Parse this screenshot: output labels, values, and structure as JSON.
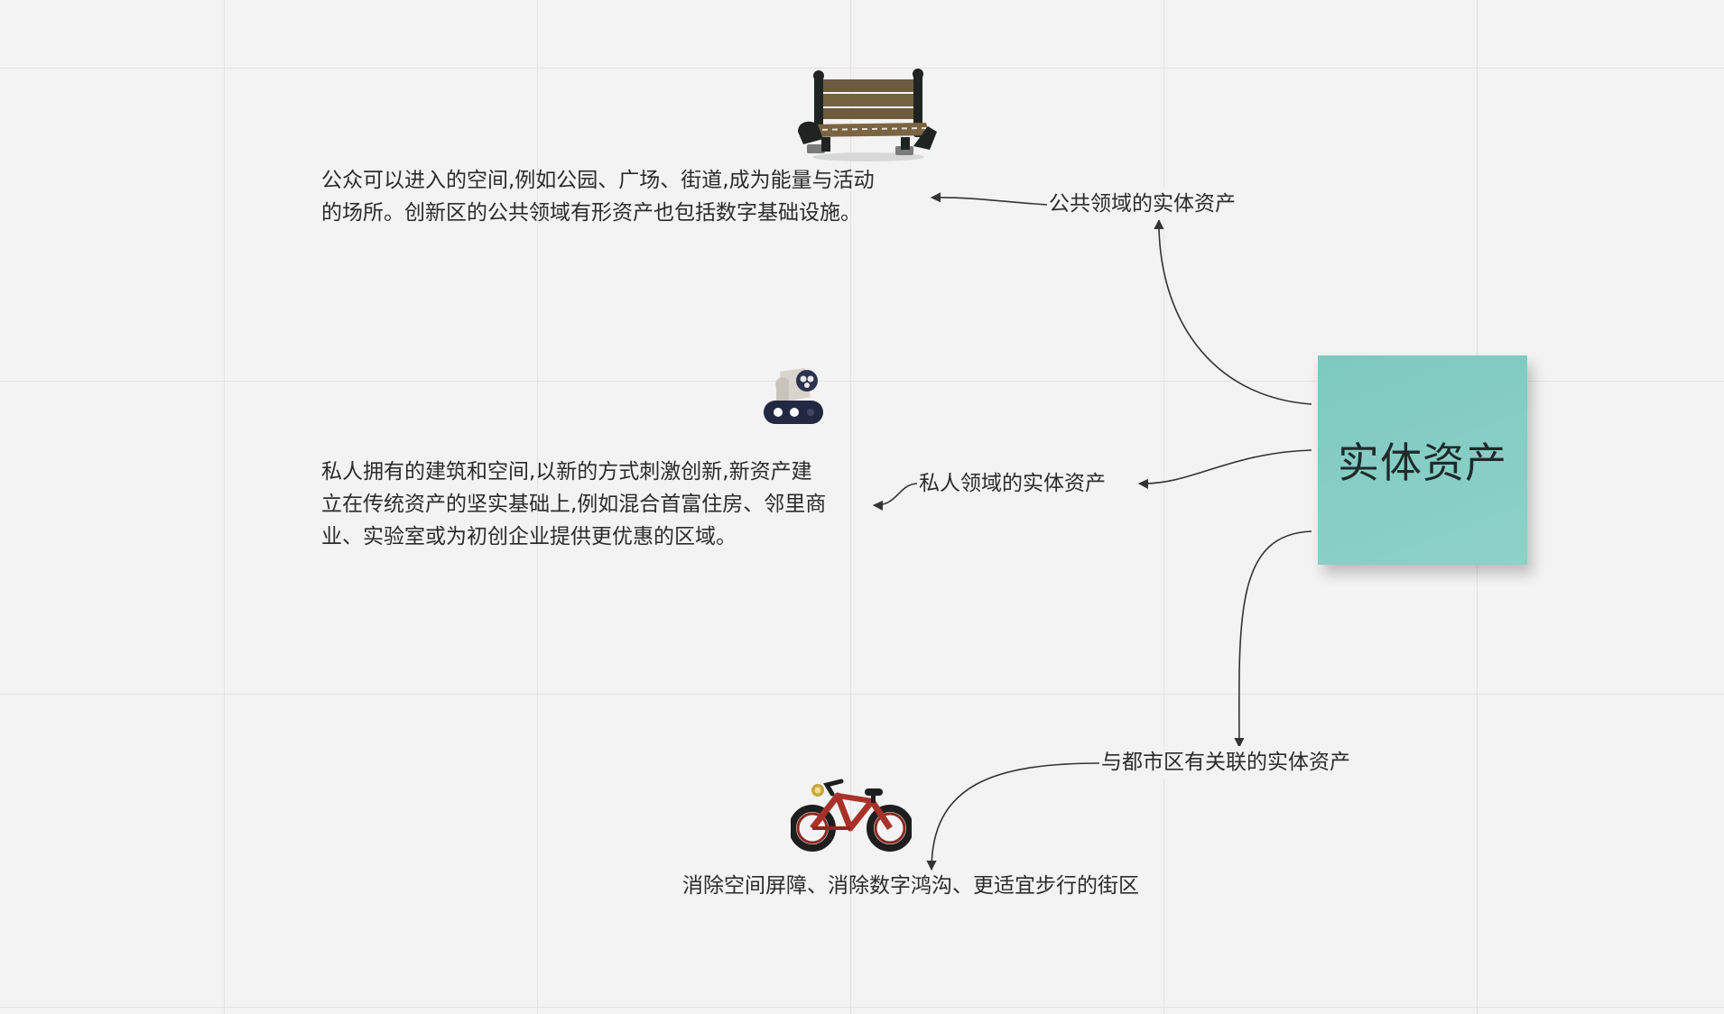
{
  "central": {
    "title": "实体资产",
    "color": "#86cdc5"
  },
  "branches": [
    {
      "label": "公共领域的实体资产",
      "icon": "park-bench-icon",
      "description": [
        "公众可以进入的空间,例如公园、广场、街道,成为能量与活动",
        "的场所。创新区的公共领域有形资产也包括数字基础设施。"
      ]
    },
    {
      "label": "私人领域的实体资产",
      "icon": "robot-figure-icon",
      "description": [
        "私人拥有的建筑和空间,以新的方式刺激创新,新资产建",
        "立在传统资产的坚实基础上,例如混合首富住房、邻里商",
        "业、实验室或为初创企业提供更优惠的区域。"
      ]
    },
    {
      "label": "与都市区有关联的实体资产",
      "icon": "bicycle-icon",
      "description": [
        "消除空间屏障、消除数字鸿沟、更适宜步行的街区"
      ]
    }
  ]
}
